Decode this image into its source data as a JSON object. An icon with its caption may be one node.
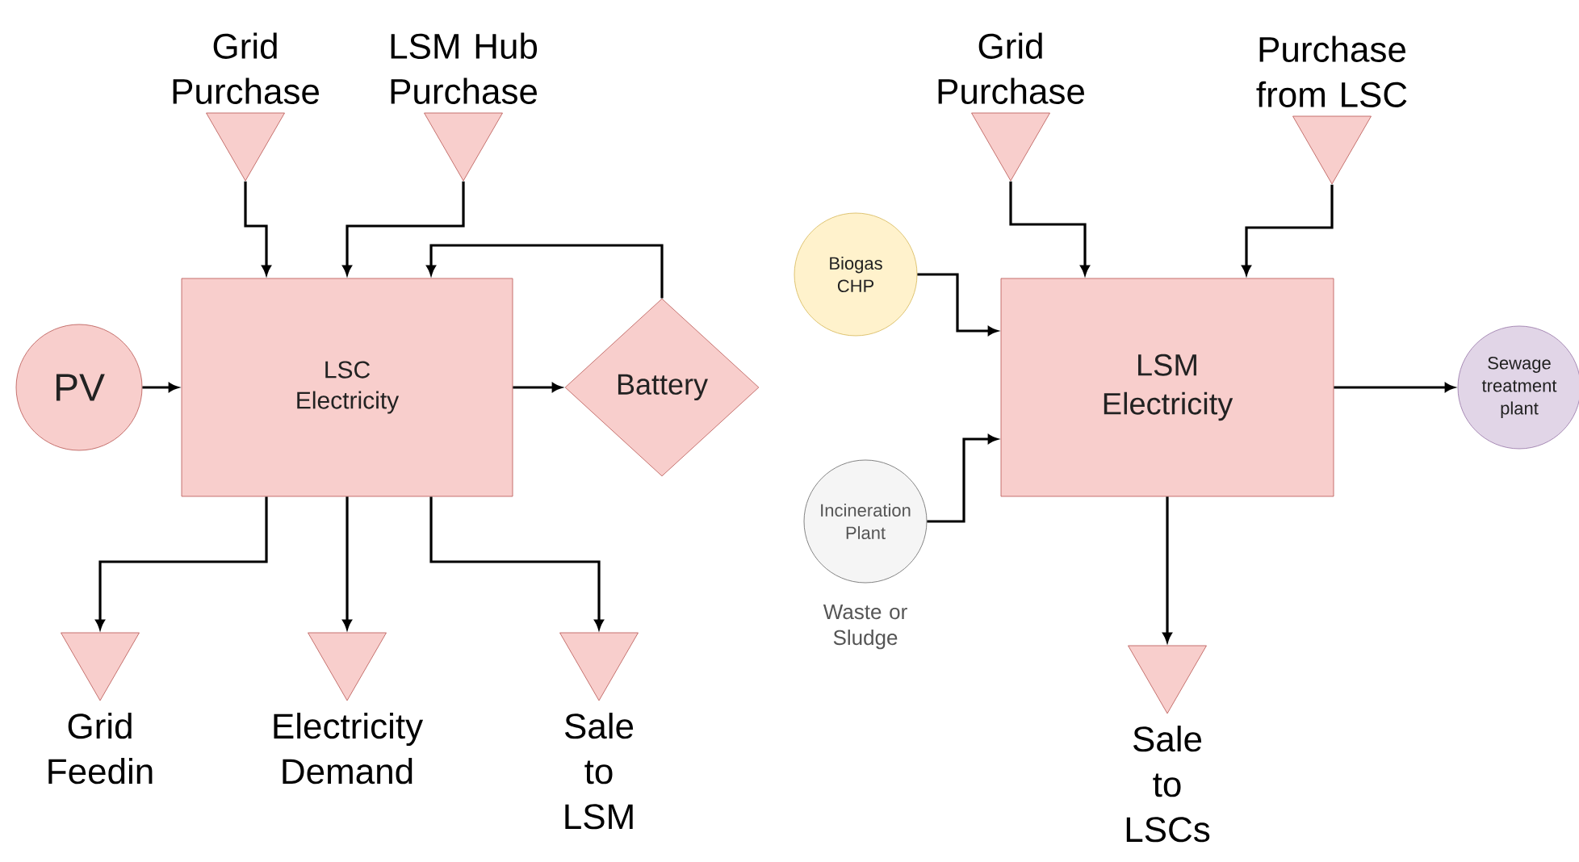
{
  "diagram": {
    "nodes": [
      {
        "text": [
          "LSC Electricity"
        ]
      },
      {
        "text": [
          "Grid Purchase"
        ]
      },
      {
        "text": [
          "LSM Hub Purchase"
        ]
      },
      {
        "text": [
          "PV"
        ]
      },
      {
        "text": [
          "Battery"
        ]
      },
      {
        "text": [
          "Grid Feedin"
        ]
      },
      {
        "text": [
          "Electricity Demand"
        ]
      },
      {
        "text": [
          "Sale to LSM"
        ]
      },
      {
        "text": [
          "LSM Electricity"
        ]
      },
      {
        "text": [
          "Grid Purchase"
        ]
      },
      {
        "text": [
          "Purchase from LSC"
        ]
      },
      {
        "text": [
          "Biogas CHP"
        ]
      },
      {
        "text": [
          "Incineration Plant"
        ],
        "beside": [
          "Waste or Sludge"
        ]
      },
      {
        "text": [
          "Sewage treatment plant"
        ]
      },
      {
        "text": [
          "Sale to LSCs"
        ]
      }
    ],
    "edges": [
      {
        "from": 1,
        "to": 0,
        "arrow": "to"
      },
      {
        "from": 2,
        "to": 0,
        "arrow": "to"
      },
      {
        "from": 4,
        "to": 0,
        "arrow": "to"
      },
      {
        "from": 3,
        "to": 0,
        "arrow": "to"
      },
      {
        "from": 0,
        "to": 4,
        "arrow": "to"
      },
      {
        "from": 0,
        "to": 5,
        "arrow": "to"
      },
      {
        "from": 0,
        "to": 6,
        "arrow": "to"
      },
      {
        "from": 0,
        "to": 7,
        "arrow": "to"
      },
      {
        "from": 9,
        "to": 8,
        "arrow": "to"
      },
      {
        "from": 10,
        "to": 8,
        "arrow": "to"
      },
      {
        "from": 11,
        "to": 8,
        "arrow": "to"
      },
      {
        "from": 12,
        "to": 8,
        "arrow": "to"
      },
      {
        "from": 8,
        "to": 13,
        "arrow": "to"
      },
      {
        "from": 8,
        "to": 14,
        "arrow": "to"
      }
    ]
  }
}
